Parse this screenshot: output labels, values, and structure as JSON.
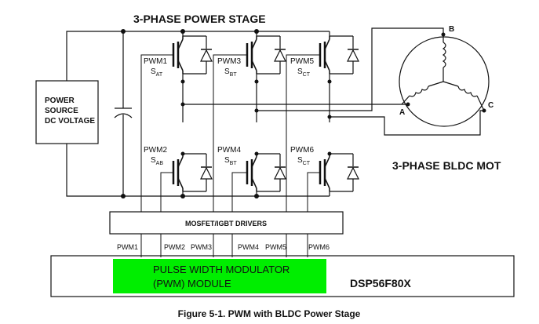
{
  "title": "3-PHASE POWER STAGE",
  "power_source": {
    "lines": [
      "POWER",
      "SOURCE",
      "DC VOLTAGE"
    ]
  },
  "switches": [
    {
      "pwm": "PWM1",
      "name": "S",
      "sub": "AT"
    },
    {
      "pwm": "PWM3",
      "name": "S",
      "sub": "BT"
    },
    {
      "pwm": "PWM5",
      "name": "S",
      "sub": "CT"
    },
    {
      "pwm": "PWM2",
      "name": "S",
      "sub": "AB"
    },
    {
      "pwm": "PWM4",
      "name": "S",
      "sub": "BT"
    },
    {
      "pwm": "PWM6",
      "name": "S",
      "sub": "CT"
    }
  ],
  "motor": {
    "label": "3-PHASE BLDC MOT",
    "terminals": {
      "a": "A",
      "b": "B",
      "c": "C"
    }
  },
  "drivers": {
    "label": "MOSFET/IGBT DRIVERS"
  },
  "pwm_signals": [
    "PWM1",
    "PWM2",
    "PWM3",
    "PWM4",
    "PWM5",
    "PWM6"
  ],
  "pwm_module": {
    "line1": "PULSE WIDTH MODULATOR",
    "line2": "(PWM) MODULE",
    "highlight": "#00ee00"
  },
  "dsp": {
    "label": "DSP56F80X"
  },
  "caption": "Figure 5-1.   PWM with BLDC Power Stage"
}
